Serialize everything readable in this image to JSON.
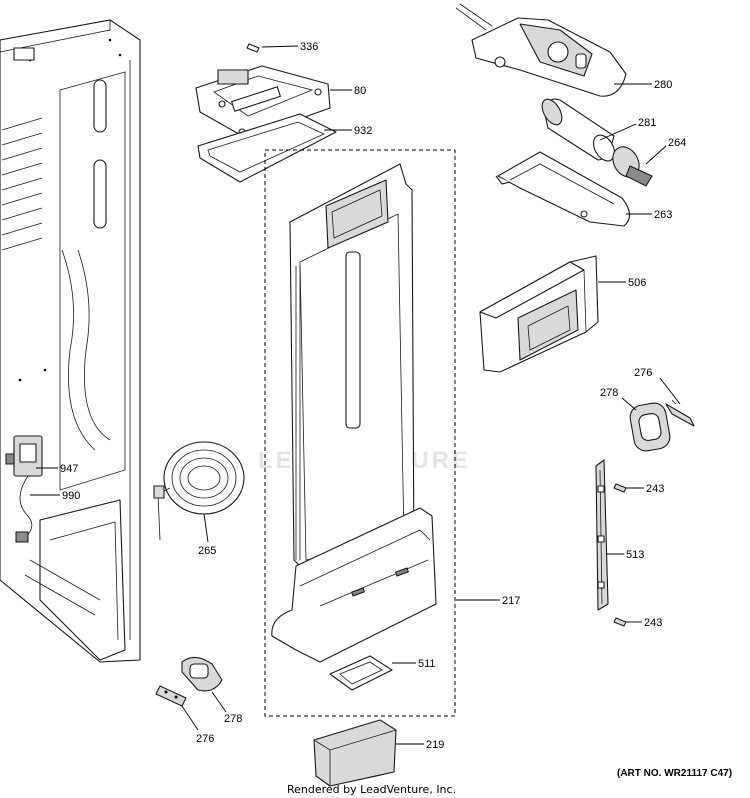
{
  "watermark": "LEADVENTURE",
  "footer": {
    "rendered_by": "Rendered by LeadVenture, Inc.",
    "art_no": "(ART NO. WR21117 C47)"
  },
  "callouts": {
    "c336": "336",
    "c80": "80",
    "c932": "932",
    "c280": "280",
    "c281": "281",
    "c264": "264",
    "c263": "263",
    "c506": "506",
    "c276a": "276",
    "c278a": "278",
    "c243a": "243",
    "c513": "513",
    "c243b": "243",
    "c217": "217",
    "c511": "511",
    "c219": "219",
    "c947": "947",
    "c990": "990",
    "c265": "265",
    "c278b": "278",
    "c276b": "276"
  }
}
